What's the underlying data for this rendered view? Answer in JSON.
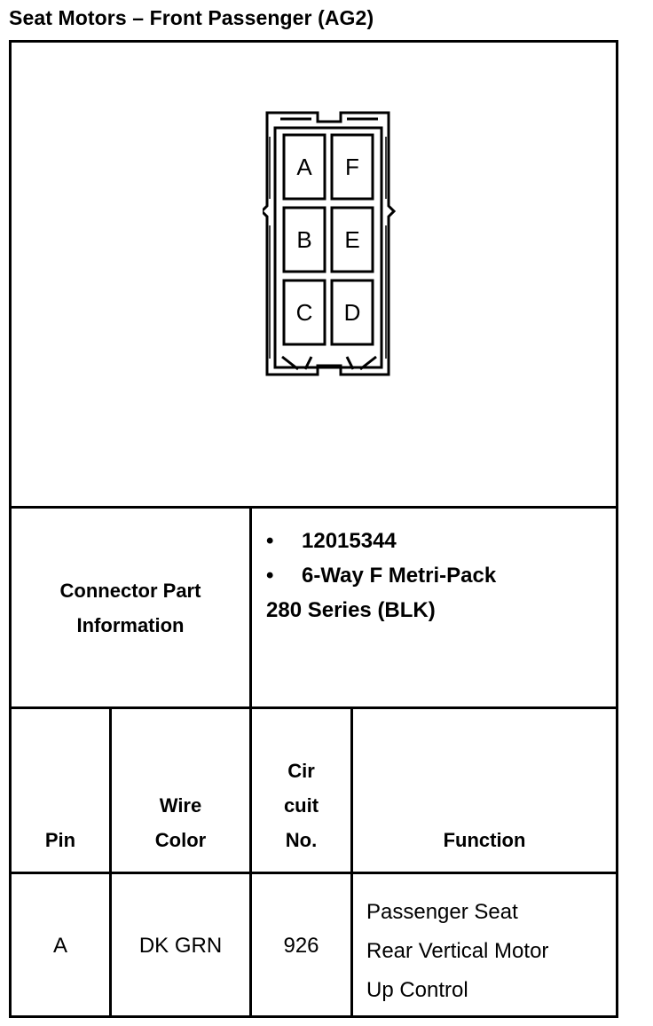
{
  "title": "Seat Motors – Front Passenger (AG2)",
  "connector": {
    "pins": [
      "A",
      "F",
      "B",
      "E",
      "C",
      "D"
    ]
  },
  "part_info": {
    "label_line1": "Connector Part",
    "label_line2": "Information",
    "part_number": "12015344",
    "description_line1": "6-Way F Metri-Pack",
    "description_line2": "280 Series (BLK)"
  },
  "table": {
    "headers": {
      "pin": "Pin",
      "wire_color_line1": "Wire",
      "wire_color_line2": "Color",
      "circuit_line1": "Cir",
      "circuit_line2": "cuit",
      "circuit_line3": "No.",
      "function": "Function"
    },
    "rows": [
      {
        "pin": "A",
        "wire_color": "DK GRN",
        "circuit": "926",
        "function_line1": "Passenger Seat",
        "function_line2": "Rear Vertical Motor",
        "function_line3": "Up Control"
      }
    ]
  }
}
